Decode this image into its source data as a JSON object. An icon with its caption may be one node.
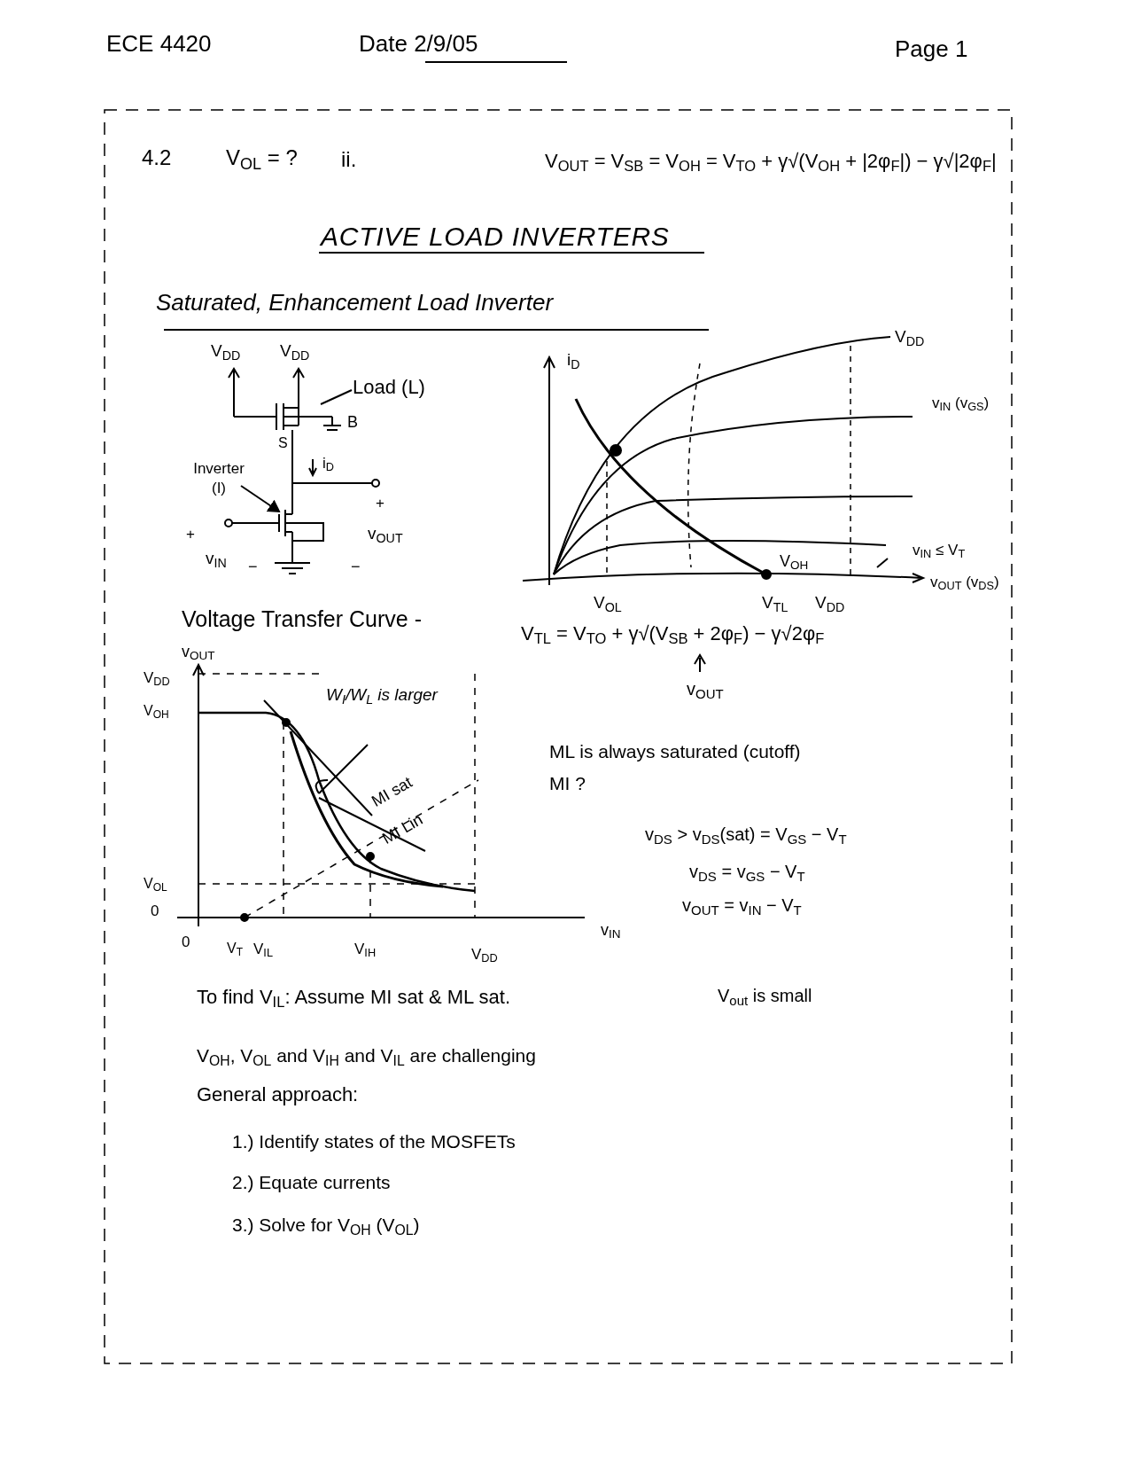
{
  "diagram": {
    "title": "ACTIVE LOAD INVERTERS",
    "nodes": [
      {
        "text": [
          "Load (L)"
        ]
      },
      {
        "text": [
          "Inverter (I)"
        ]
      },
      {
        "text": [],
        "shape": "transistor"
      },
      {
        "text": [],
        "shape": "transistor"
      }
    ],
    "edges": [
      {
        "from": 0,
        "to": 2,
        "arrow": "none"
      },
      {
        "from": 1,
        "to": 3,
        "arrow": "to"
      },
      {
        "from": 2,
        "to": 3,
        "arrow": "none"
      }
    ],
    "labels": [
      "ECE 4420",
      "Date 2/9/05",
      "Page 1",
      "4.2",
      "V$_{OL}$ = ?",
      "ii.",
      "V$_{OUT}$ = V$_{SB}$ = V$_{OH}$ = V$_{TO}$ + γ√(V$_{OH}$ + |2φ$_{F}$|) − γ√|2φ$_{F}$|",
      "Saturated, Enhancement Load Inverter",
      "V$_{DD}$",
      "V$_{DD}$",
      "B",
      "S",
      "i$_{D}$",
      "+",
      "v$_{OUT}$",
      "+",
      "v$_{IN}$",
      "−",
      "−",
      "i$_{D}$",
      "V$_{DD}$",
      "v$_{IN}$ (v$_{GS}$)",
      "V$_{OH}$",
      "v$_{IN}$ ≤ V$_{T}$",
      "v$_{OUT}$ (v$_{DS}$)",
      "V$_{OL}$",
      "V$_{TL}$",
      "V$_{DD}$",
      "Voltage Transfer Curve -",
      "V$_{TL}$ = V$_{TO}$ + γ√(V$_{SB}$ + 2φ$_{F}$) − γ√2φ$_{F}$",
      "v$_{OUT}$",
      "v$_{OUT}$",
      "V$_{DD}$",
      "V$_{OH}$",
      "V$_{OL}$",
      "0",
      "0",
      "V$_{T}$",
      "V$_{IL}$",
      "V$_{IH}$",
      "V$_{DD}$",
      "v$_{IN}$",
      "W$_{I}$/W$_{L}$ is larger",
      "MI sat",
      "MI Lin",
      "ML is always saturated (cutoff)",
      "MI ?",
      "v$_{DS}$ > v$_{DS}$(sat) = V$_{GS}$ − V$_{T}$",
      "v$_{DS}$ = v$_{GS}$ − V$_{T}$",
      "v$_{OUT}$ = v$_{IN}$ − V$_{T}$",
      "To find V$_{IL}$: Assume MI sat & ML sat.",
      "V$_{out}$ is small",
      "V$_{OH}$, V$_{OL}$ and V$_{IH}$ and V$_{IL}$ are challenging",
      "General approach:",
      "1.) Identify states of the MOSFETs",
      "2.) Equate currents",
      "3.) Solve for V$_{OH}$ (V$_{OL}$)"
    ]
  }
}
